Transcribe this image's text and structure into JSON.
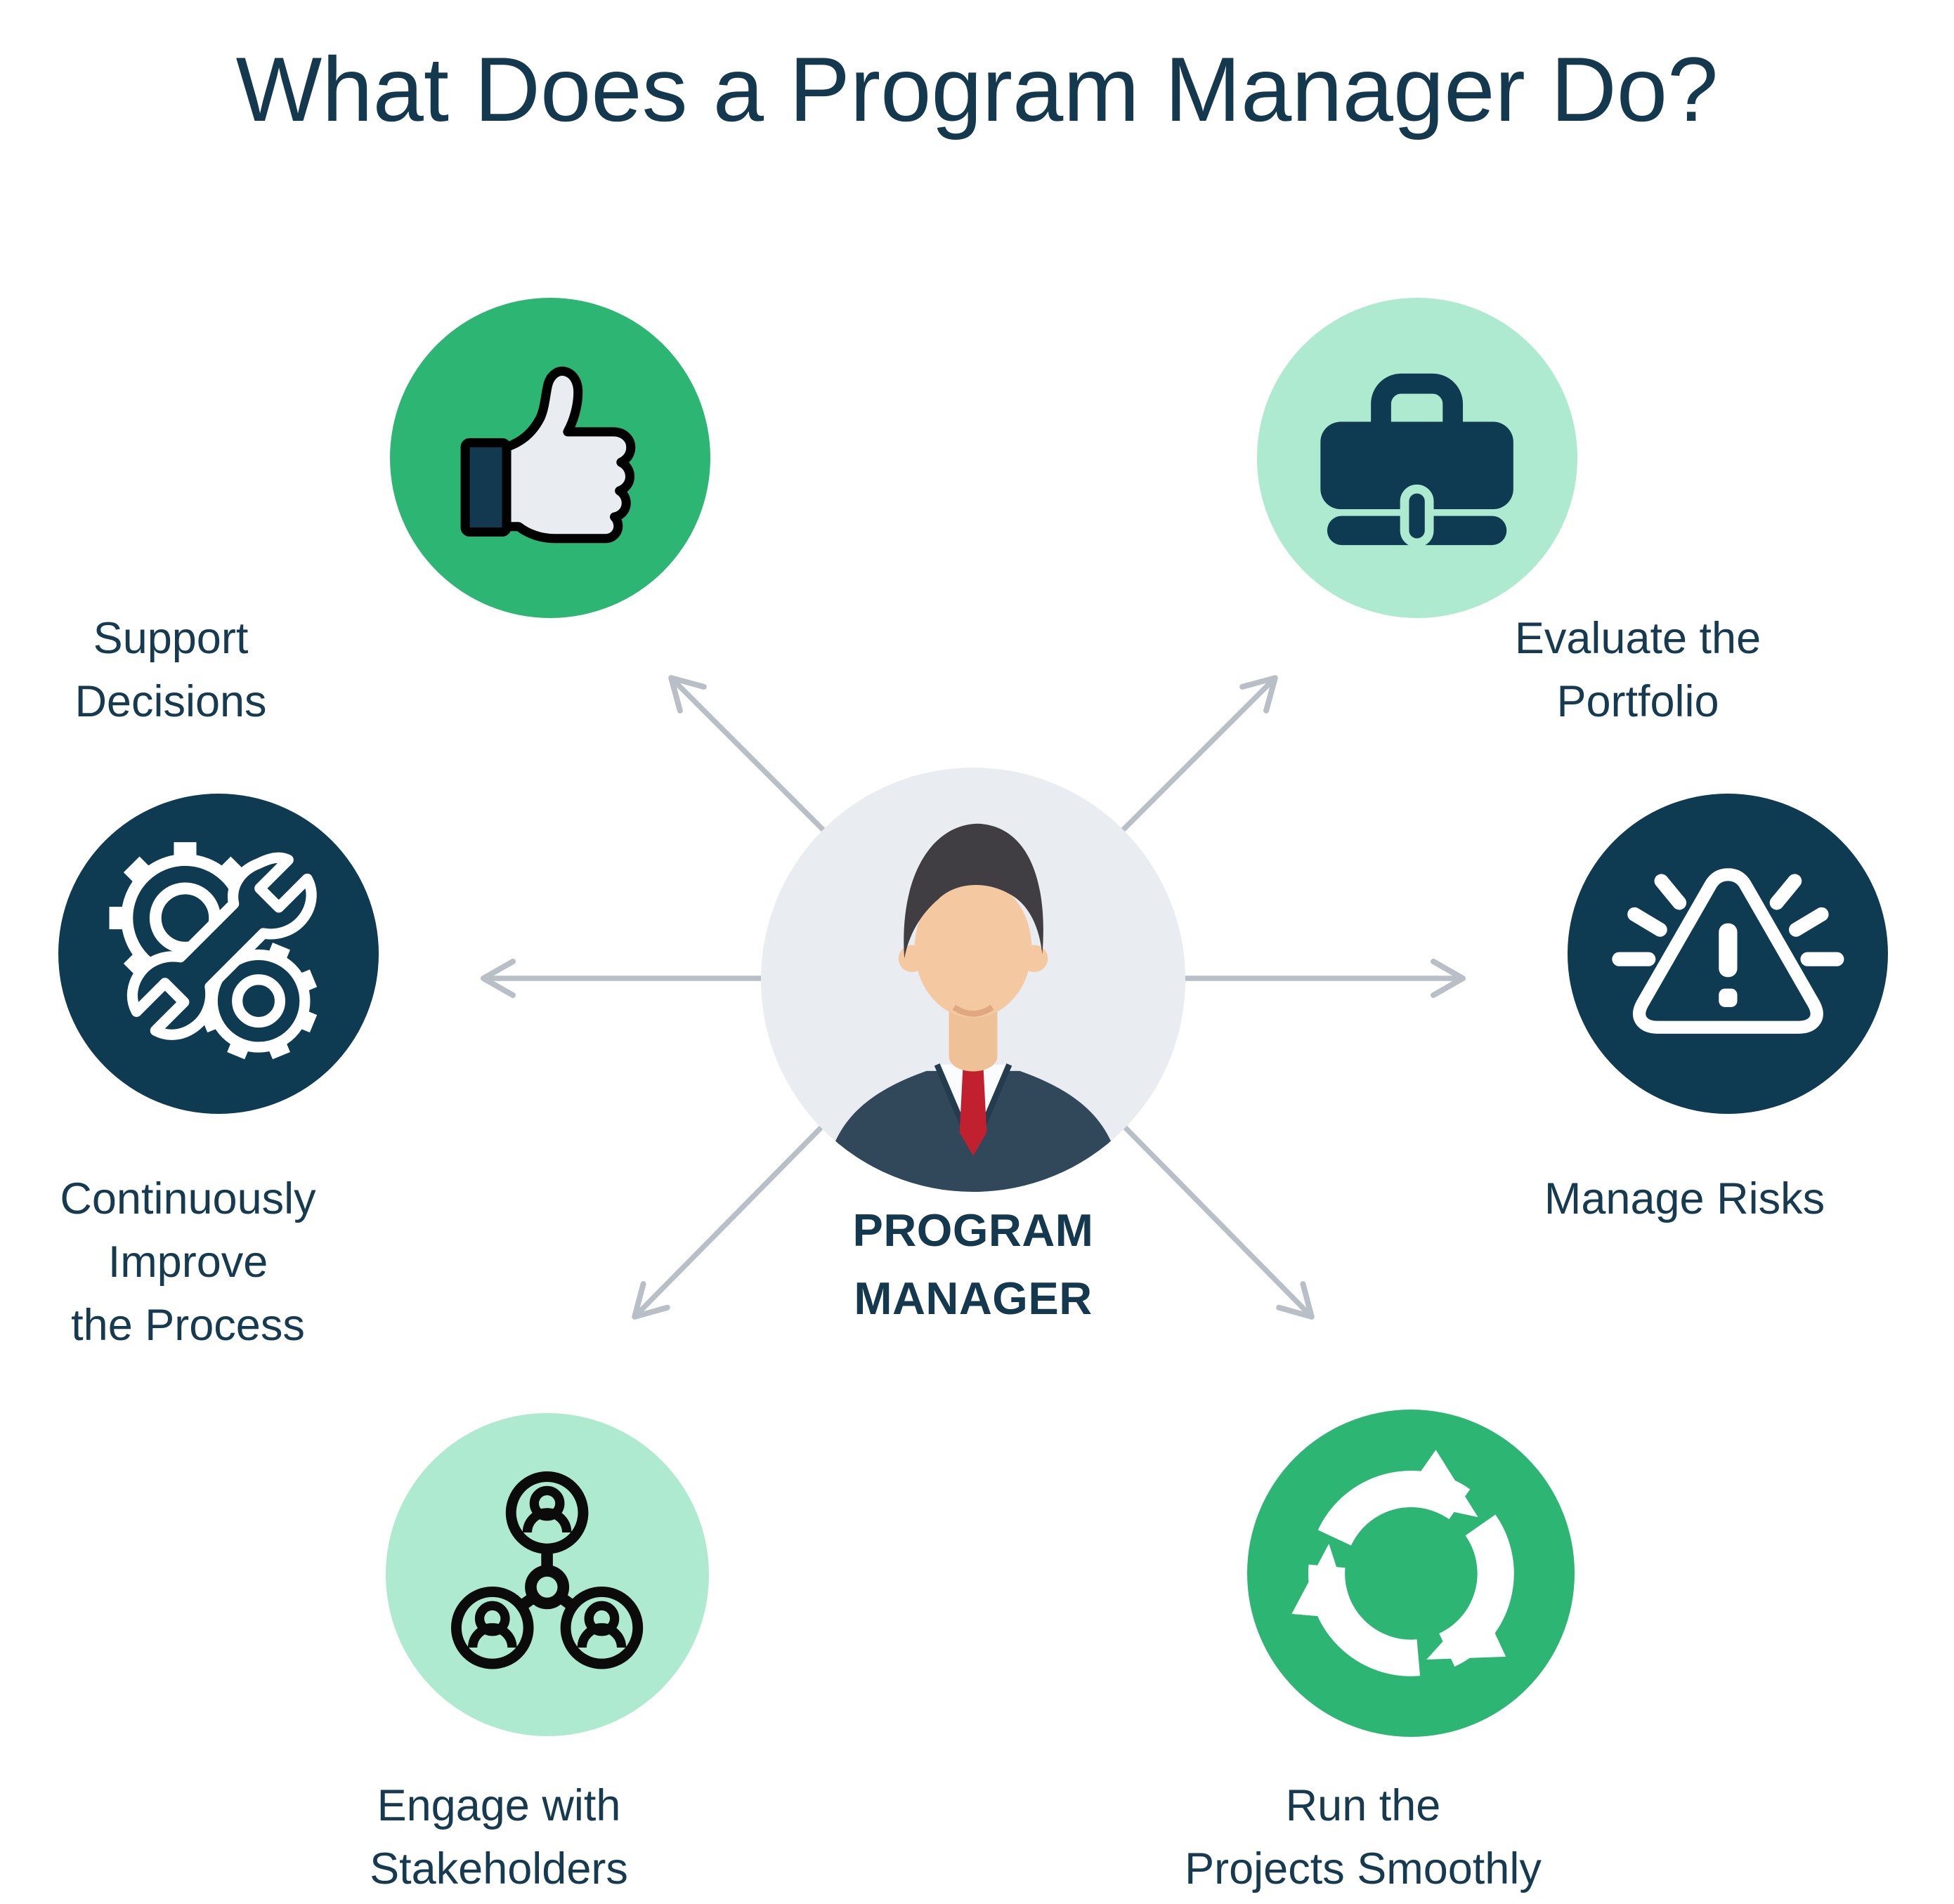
{
  "title": "What Does a Program Manager Do?",
  "center": {
    "role_line1": "PROGRAM",
    "role_line2": "MANAGER",
    "icon": "program-manager-avatar"
  },
  "nodes": [
    {
      "id": "support-decisions",
      "label_line1": "Support Decisions",
      "label_line2": "",
      "icon": "thumbs-up-icon",
      "circle_color": "#2db573",
      "position": "top-left"
    },
    {
      "id": "evaluate-portfolio",
      "label_line1": "Evaluate the Portfolio",
      "label_line2": "",
      "icon": "briefcase-icon",
      "circle_color": "#aeead0",
      "position": "top-right"
    },
    {
      "id": "improve-process",
      "label_line1": "Continuously Improve",
      "label_line2": "the Process",
      "icon": "gears-wrench-icon",
      "circle_color": "#0e3a52",
      "position": "middle-left"
    },
    {
      "id": "manage-risks",
      "label_line1": "Manage Risks",
      "label_line2": "",
      "icon": "warning-triangle-icon",
      "circle_color": "#0e3a52",
      "position": "middle-right"
    },
    {
      "id": "engage-stakeholders",
      "label_line1": "Engage with",
      "label_line2": "Stakeholders",
      "icon": "stakeholder-network-icon",
      "circle_color": "#aeead0",
      "position": "bottom-left"
    },
    {
      "id": "run-projects",
      "label_line1": "Run the",
      "label_line2": "Projects Smoothly",
      "icon": "cycle-arrows-icon",
      "circle_color": "#2db573",
      "position": "bottom-right"
    }
  ],
  "colors": {
    "green": "#2db573",
    "mint": "#aeead0",
    "navy": "#0e3a52",
    "text": "#163a50",
    "arrow_gray": "#b9bfc6",
    "center_circle_bg": "#e9edf1",
    "suit": "#31485b",
    "tie_red": "#c1212f",
    "skin": "#f4c9a1",
    "hair": "#413e43"
  }
}
